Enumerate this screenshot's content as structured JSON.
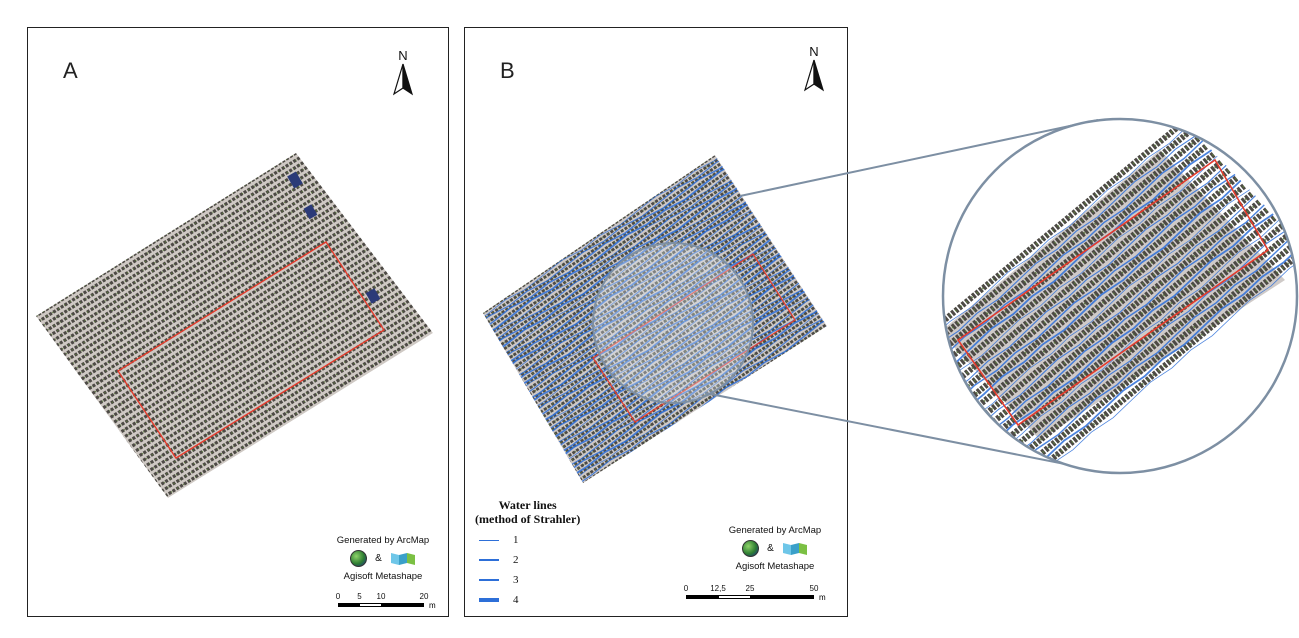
{
  "panel_a": {
    "label": "A",
    "north": "N",
    "credit_line1": "Generated by ArcMap",
    "credit_amp": "&",
    "credit_line2": "Agisoft Metashape",
    "scale": {
      "ticks": [
        "0",
        "5",
        "10",
        "20"
      ],
      "unit": "m"
    }
  },
  "panel_b": {
    "label": "B",
    "north": "N",
    "credit_line1": "Generated by ArcMap",
    "credit_amp": "&",
    "credit_line2": "Agisoft Metashape",
    "scale": {
      "ticks": [
        "0",
        "12,5",
        "25",
        "50"
      ],
      "unit": "m"
    },
    "legend": {
      "title_line1": "Water lines",
      "title_line2": "(method of Strahler)",
      "items": [
        {
          "label": "1",
          "stream_order": 1
        },
        {
          "label": "2",
          "stream_order": 2
        },
        {
          "label": "3",
          "stream_order": 3
        },
        {
          "label": "4",
          "stream_order": 4
        }
      ]
    }
  },
  "colors": {
    "study_area_outline": "#e53b2c",
    "water_lines": "#2d6fd8",
    "zoom_circle": "#7d8fa3",
    "soil": "#cfc9c4",
    "vine_row": "#4d4a45",
    "vegetation": "#5a7d3a"
  },
  "icons": [
    "north-arrow-icon",
    "arcgis-globe-icon",
    "metashape-logo-icon"
  ]
}
